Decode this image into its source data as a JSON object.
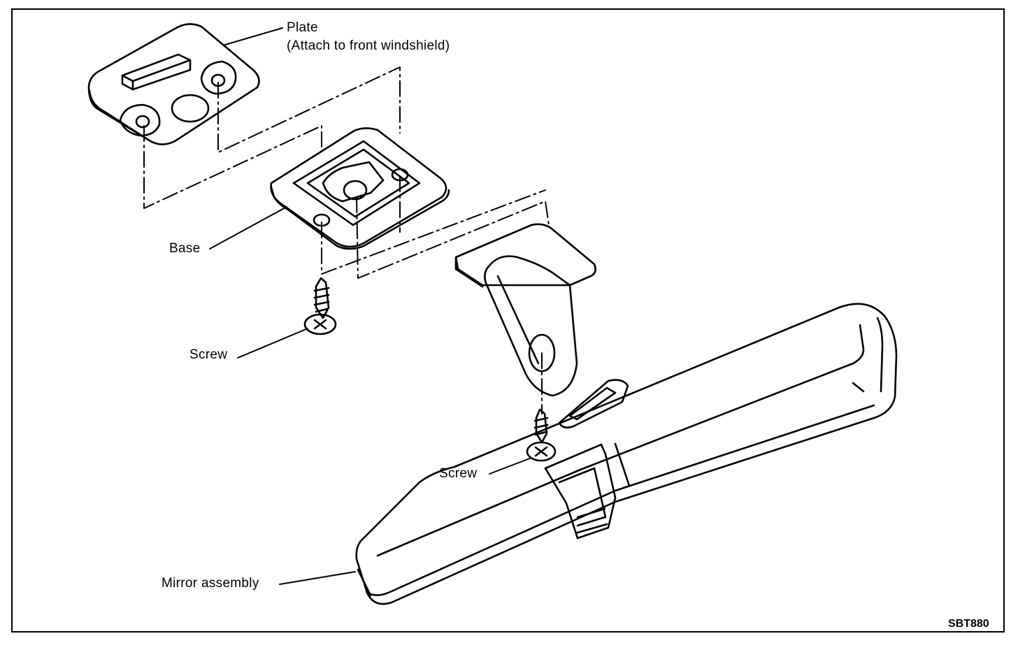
{
  "labels": {
    "plate_line1": "Plate",
    "plate_line2": "(Attach to front windshield)",
    "base": "Base",
    "screw_upper": "Screw",
    "screw_lower": "Screw",
    "mirror_assembly": "Mirror assembly"
  },
  "figure_code": "SBT880",
  "colors": {
    "line": "#000000",
    "background": "#ffffff"
  }
}
